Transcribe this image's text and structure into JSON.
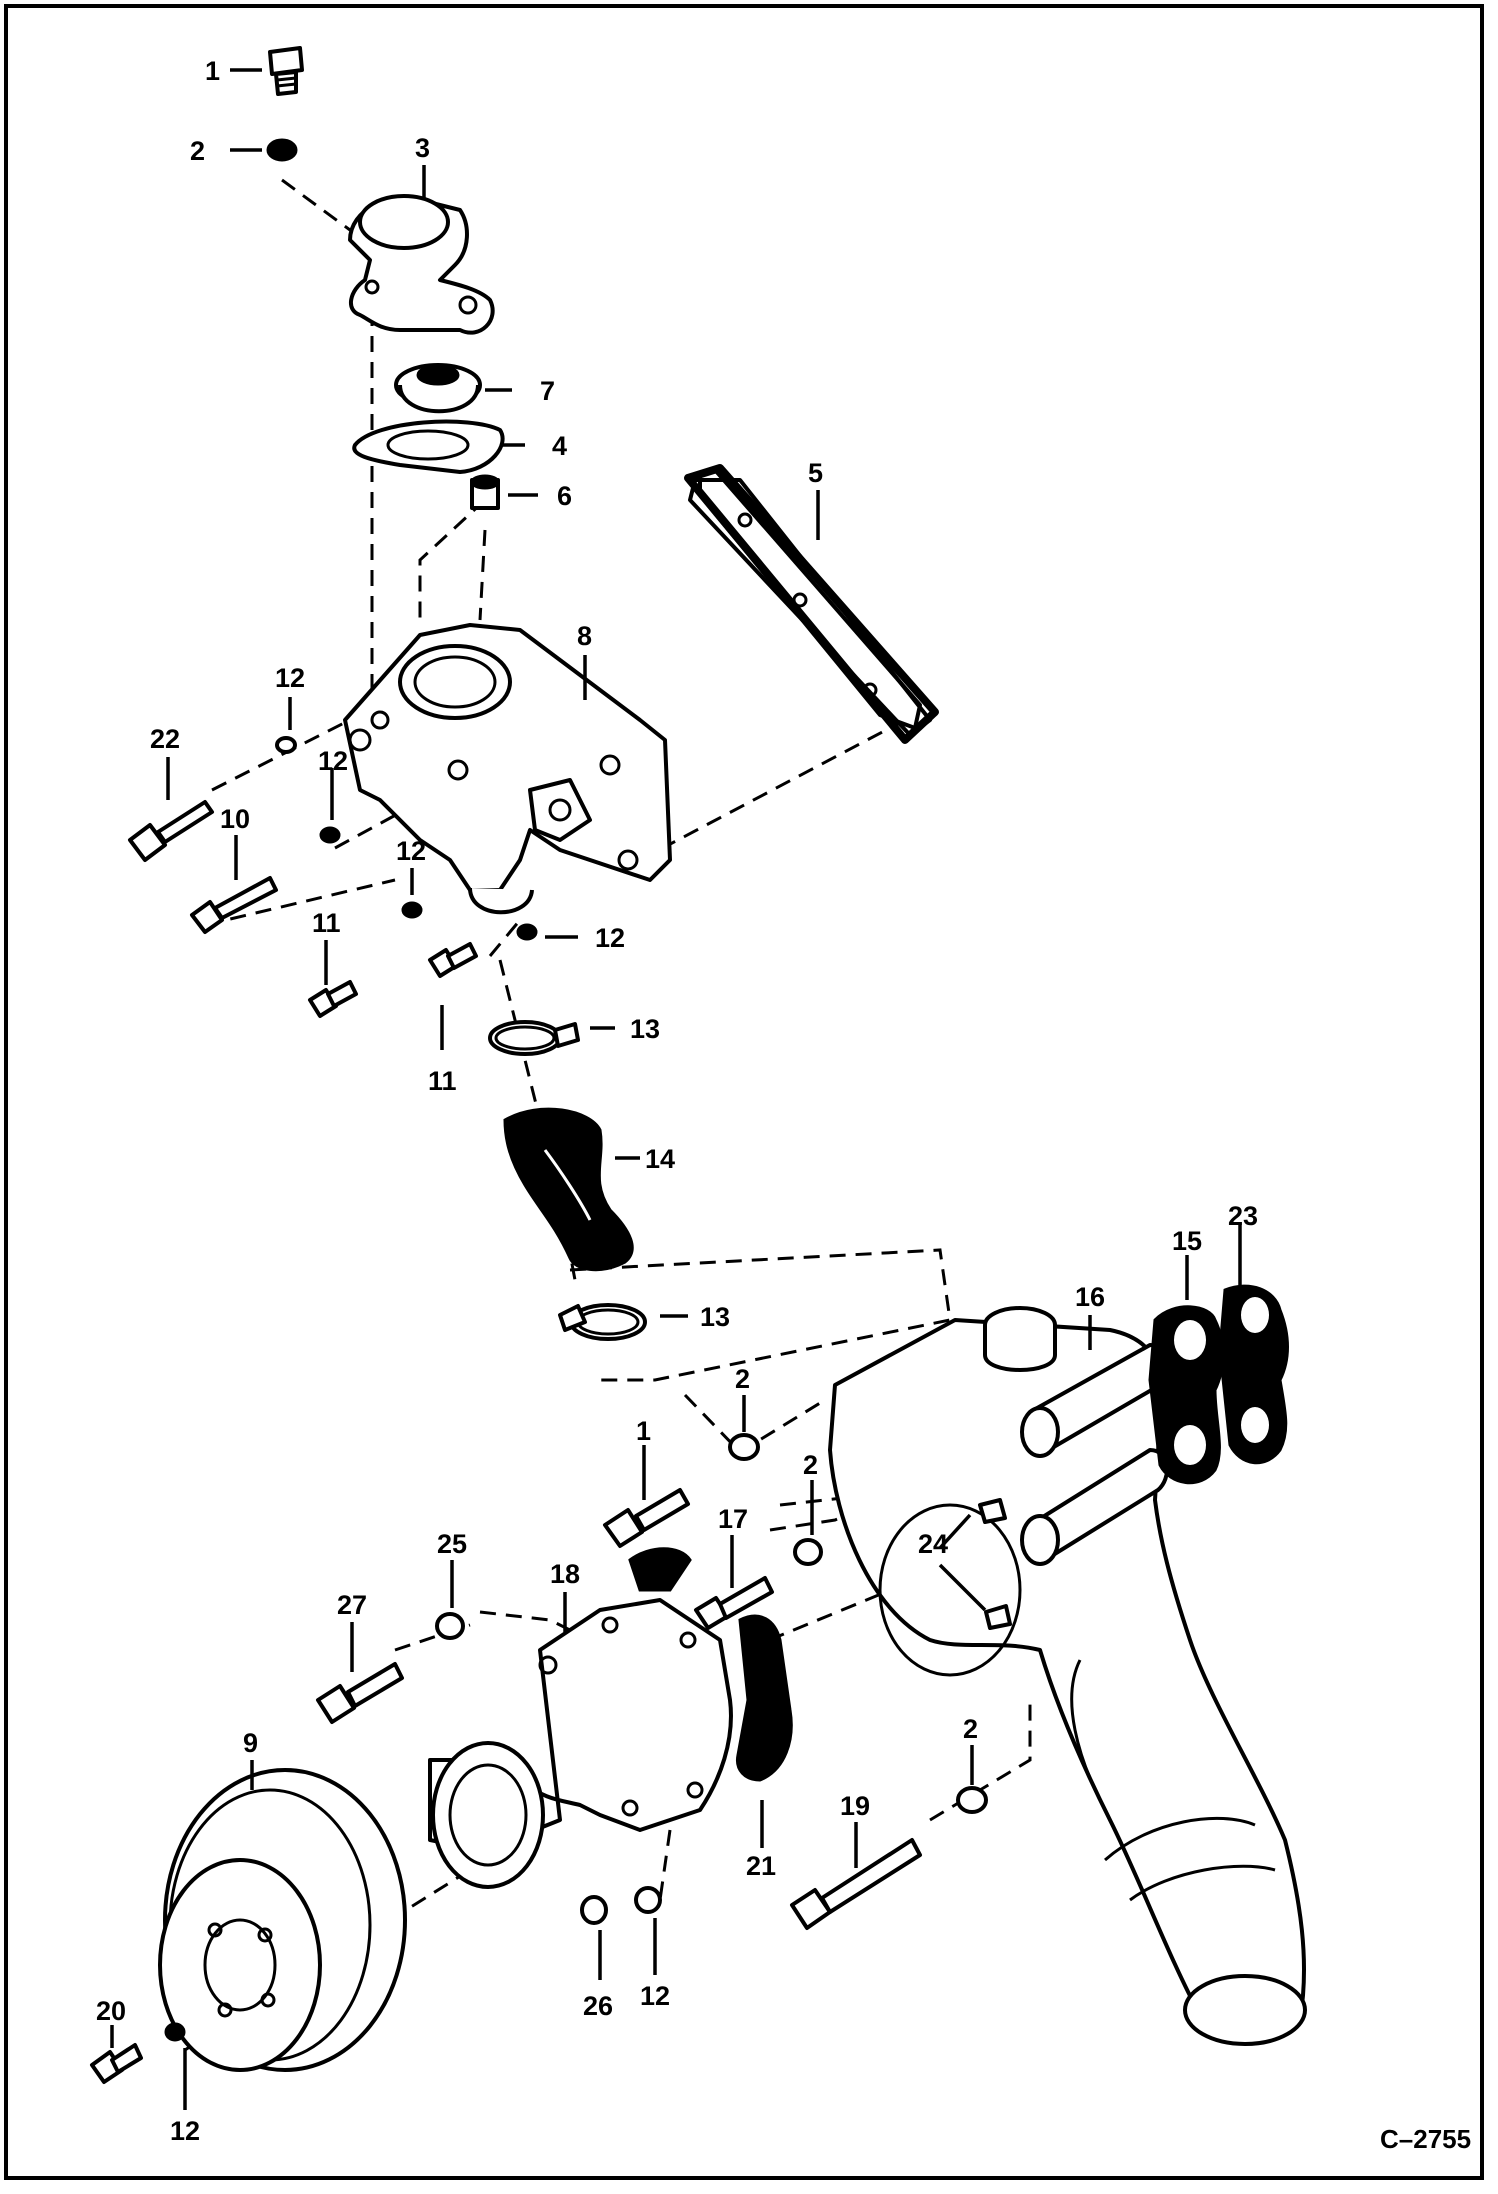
{
  "diagram": {
    "drawing_code": "C–2755",
    "callouts": {
      "c1a": "1",
      "c1b": "1",
      "c2a": "2",
      "c2b": "2",
      "c2c": "2",
      "c2d": "2",
      "c3": "3",
      "c4": "4",
      "c5": "5",
      "c6": "6",
      "c7": "7",
      "c8": "8",
      "c9": "9",
      "c10": "10",
      "c11a": "11",
      "c11b": "11",
      "c12a": "12",
      "c12b": "12",
      "c12c": "12",
      "c12d": "12",
      "c12e": "12",
      "c12f": "12",
      "c13a": "13",
      "c13b": "13",
      "c14": "14",
      "c15": "15",
      "c16": "16",
      "c17": "17",
      "c18": "18",
      "c19": "19",
      "c20": "20",
      "c21": "21",
      "c22": "22",
      "c23": "23",
      "c24": "24",
      "c25": "25",
      "c26": "26",
      "c27": "27"
    },
    "colors": {
      "ink": "#000000",
      "paper": "#ffffff"
    }
  }
}
